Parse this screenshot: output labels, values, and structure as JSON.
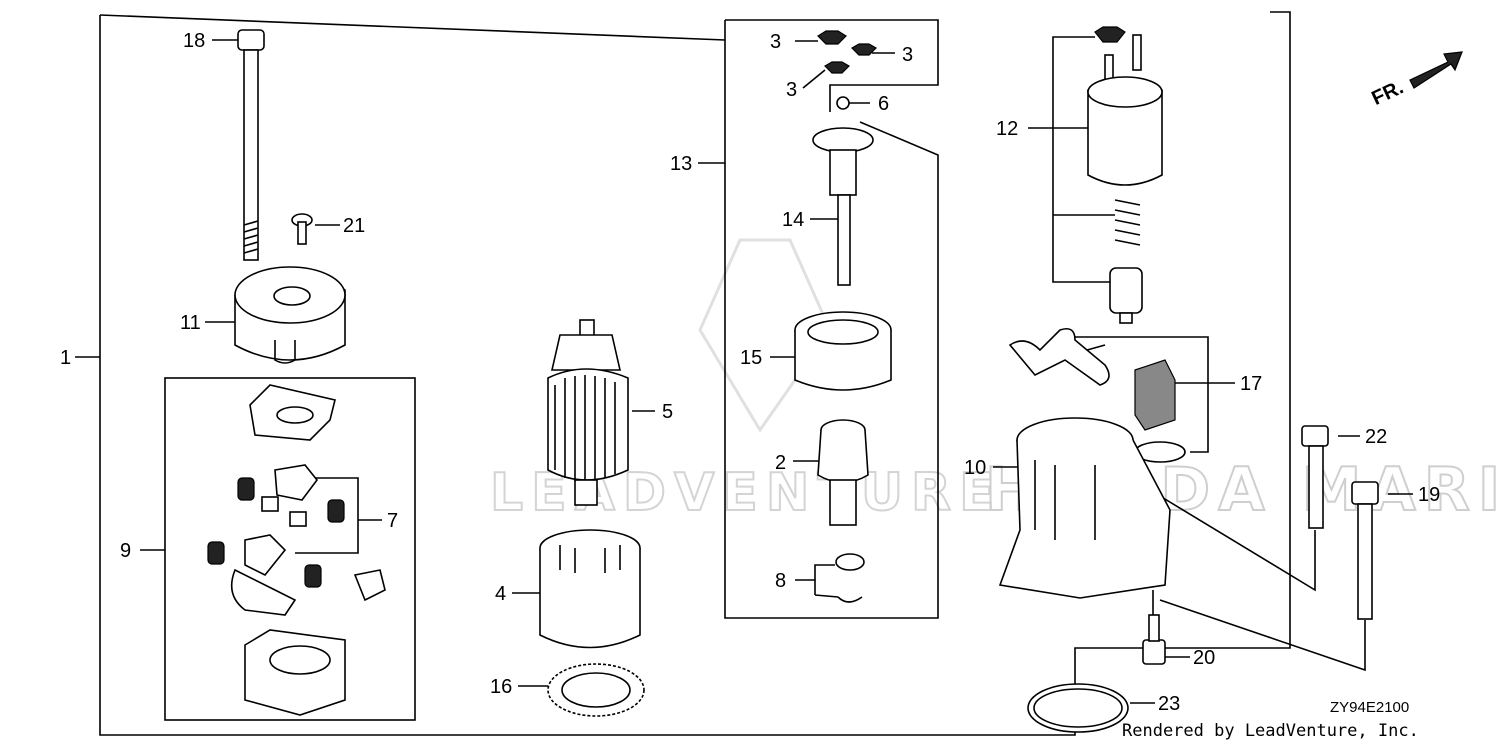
{
  "diagram": {
    "direction_label": "FR.",
    "diagram_code": "ZY94E2100",
    "footer_credit": "Rendered by LeadVenture, Inc.",
    "watermark_text": "LEADVENTURE",
    "watermark_brand": "HONDA MARINE",
    "callouts": [
      "1",
      "2",
      "3",
      "3",
      "3",
      "4",
      "5",
      "6",
      "7",
      "8",
      "9",
      "10",
      "11",
      "12",
      "13",
      "14",
      "15",
      "16",
      "17",
      "18",
      "19",
      "20",
      "21",
      "22",
      "23"
    ]
  }
}
